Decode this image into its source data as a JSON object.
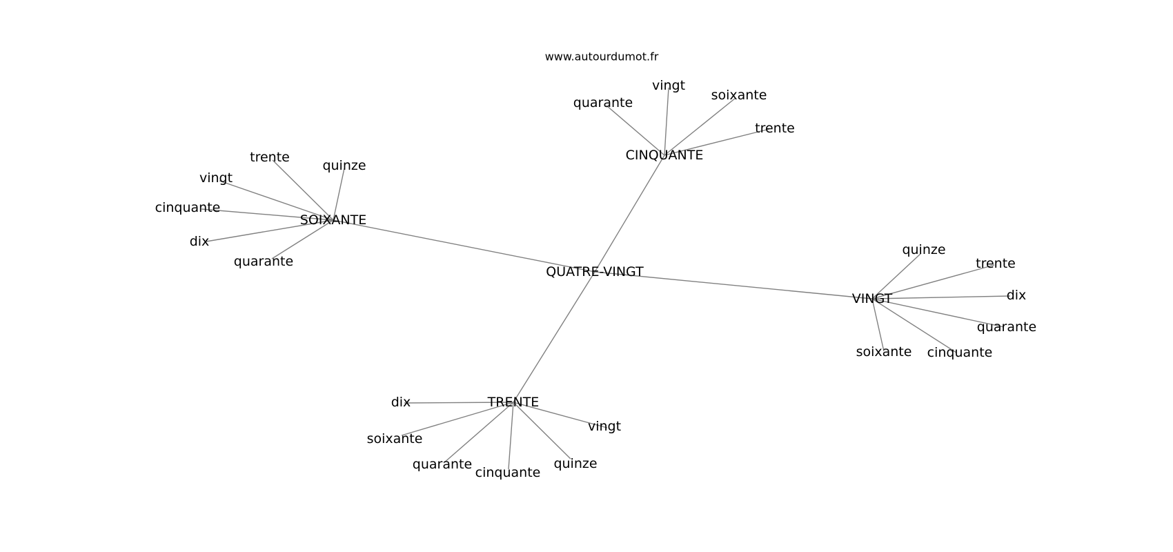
{
  "watermark": "www.autourdumot.fr",
  "graph": {
    "center": "QUATRE-VINGT",
    "hubs": [
      {
        "label": "SOIXANTE",
        "leaves": [
          "trente",
          "quinze",
          "vingt",
          "cinquante",
          "dix",
          "quarante"
        ]
      },
      {
        "label": "CINQUANTE",
        "leaves": [
          "quarante",
          "vingt",
          "soixante",
          "trente"
        ]
      },
      {
        "label": "VINGT",
        "leaves": [
          "quinze",
          "trente",
          "dix",
          "quarante",
          "cinquante",
          "soixante"
        ]
      },
      {
        "label": "TRENTE",
        "leaves": [
          "dix",
          "soixante",
          "quarante",
          "cinquante",
          "quinze",
          "vingt"
        ]
      }
    ]
  }
}
